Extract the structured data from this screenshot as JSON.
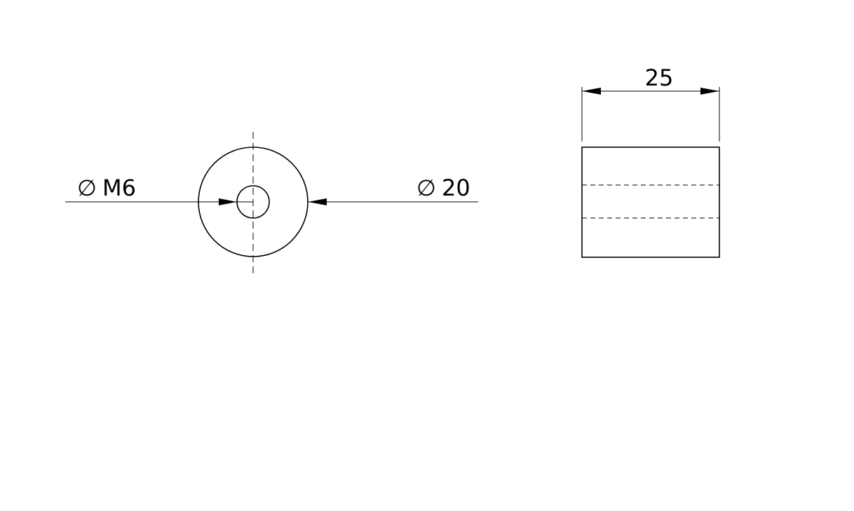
{
  "drawing": {
    "front_view": {
      "inner_dimension": {
        "symbol": "∅",
        "text": "M6"
      },
      "outer_dimension": {
        "symbol": "∅",
        "text": "20"
      }
    },
    "side_view": {
      "length_dimension": {
        "text": "25"
      }
    }
  }
}
